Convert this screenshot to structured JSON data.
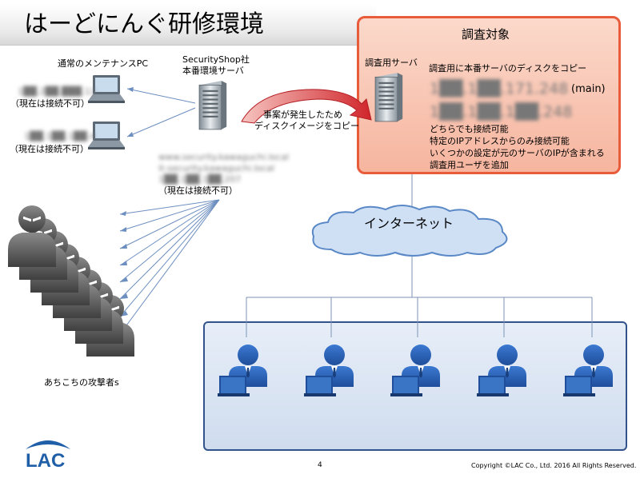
{
  "slide": {
    "title": "はーどにんぐ研修環境",
    "page_number": "4",
    "copyright": "Copyright ©LAC Co., Ltd. 2016 All Rights Reserved.",
    "logo_text": "LAC"
  },
  "left": {
    "pc_heading": "通常のメンテナンスPC",
    "pc1_ip": "1██.2██.███.12",
    "pc1_status": "（現在は接続不可）",
    "pc2_ip": "1██.1██.1██.4",
    "pc2_status": "（現在は接続不可）",
    "server_name_1": "SecurityShop社",
    "server_name_2": "本番環境サーバ",
    "server_host_1": "www.security.kawaguchi.local",
    "server_host_2": "it-security.kawaguchi.local",
    "server_ip": "1██.1██.1██.207",
    "server_status": "（現在は接続不可）",
    "attackers_label": "あちこちの攻撃者s"
  },
  "arrow_label": [
    "事案が発生したため",
    "ディスクイメージをコピー"
  ],
  "target": {
    "heading": "調査対象",
    "server_label": "調査用サーバ",
    "copy_note": "調査用に本番サーバのディスクをコピー",
    "ip1": "1██.1██.171.248",
    "ip1_suffix": "(main)",
    "ip2": "1██.1██.1██.248",
    "notes": [
      "どちらでも接続可能",
      "特定のIPアドレスからのみ接続可能",
      "いくつかの設定が元のサーバのIPが含まれる",
      "調査用ユーザを追加"
    ]
  },
  "internet_label": "インターネット",
  "colors": {
    "title_gradient_end": "#d7d7d7",
    "target_border": "#e85b3b",
    "target_fill": "#f6b59f",
    "cloud_fill": "#cfe0f5",
    "cloud_stroke": "#5a88c6",
    "internal_border": "#31528a",
    "user_blue": "#2e63b8",
    "attacker_gray": "#666666",
    "curved_arrow": "#d0252b",
    "logo_blue": "#1f5fa8"
  },
  "icons": [
    "laptop-icon",
    "server-icon",
    "attacker-icon",
    "user-icon",
    "cloud-icon",
    "curved-arrow-icon",
    "logo-icon"
  ]
}
